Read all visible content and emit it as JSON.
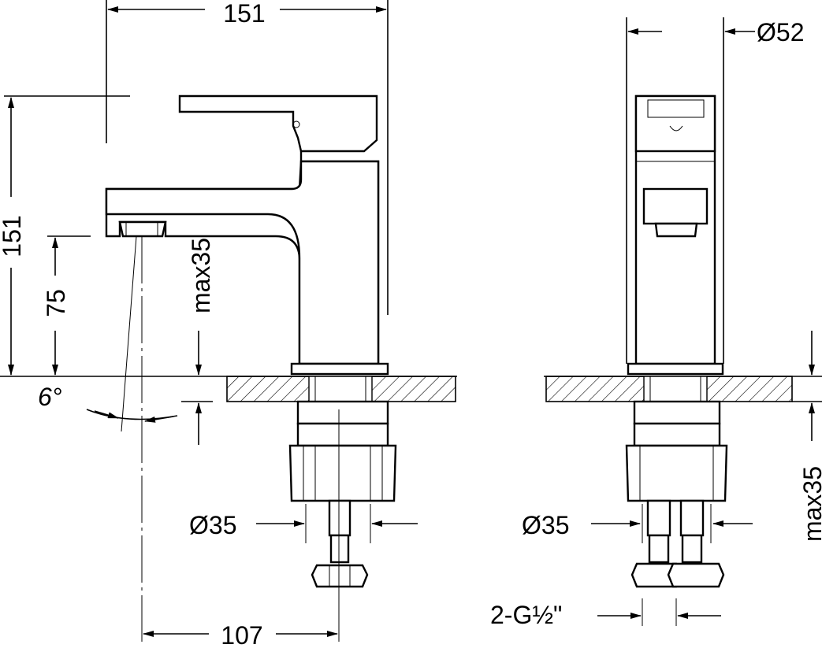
{
  "drawing": {
    "front_view": {
      "overall_width": "151",
      "overall_height": "151",
      "spout_height": "75",
      "max_counter_thickness": "max35",
      "spout_angle": "6°",
      "connection_diameter": "Ø35",
      "projection": "107"
    },
    "side_view": {
      "body_diameter": "Ø52",
      "connection_diameter": "Ø35",
      "max_counter_thickness": "max35",
      "hose_connection": "2-G½\""
    },
    "colors": {
      "line": "#000000",
      "background": "#ffffff"
    }
  }
}
